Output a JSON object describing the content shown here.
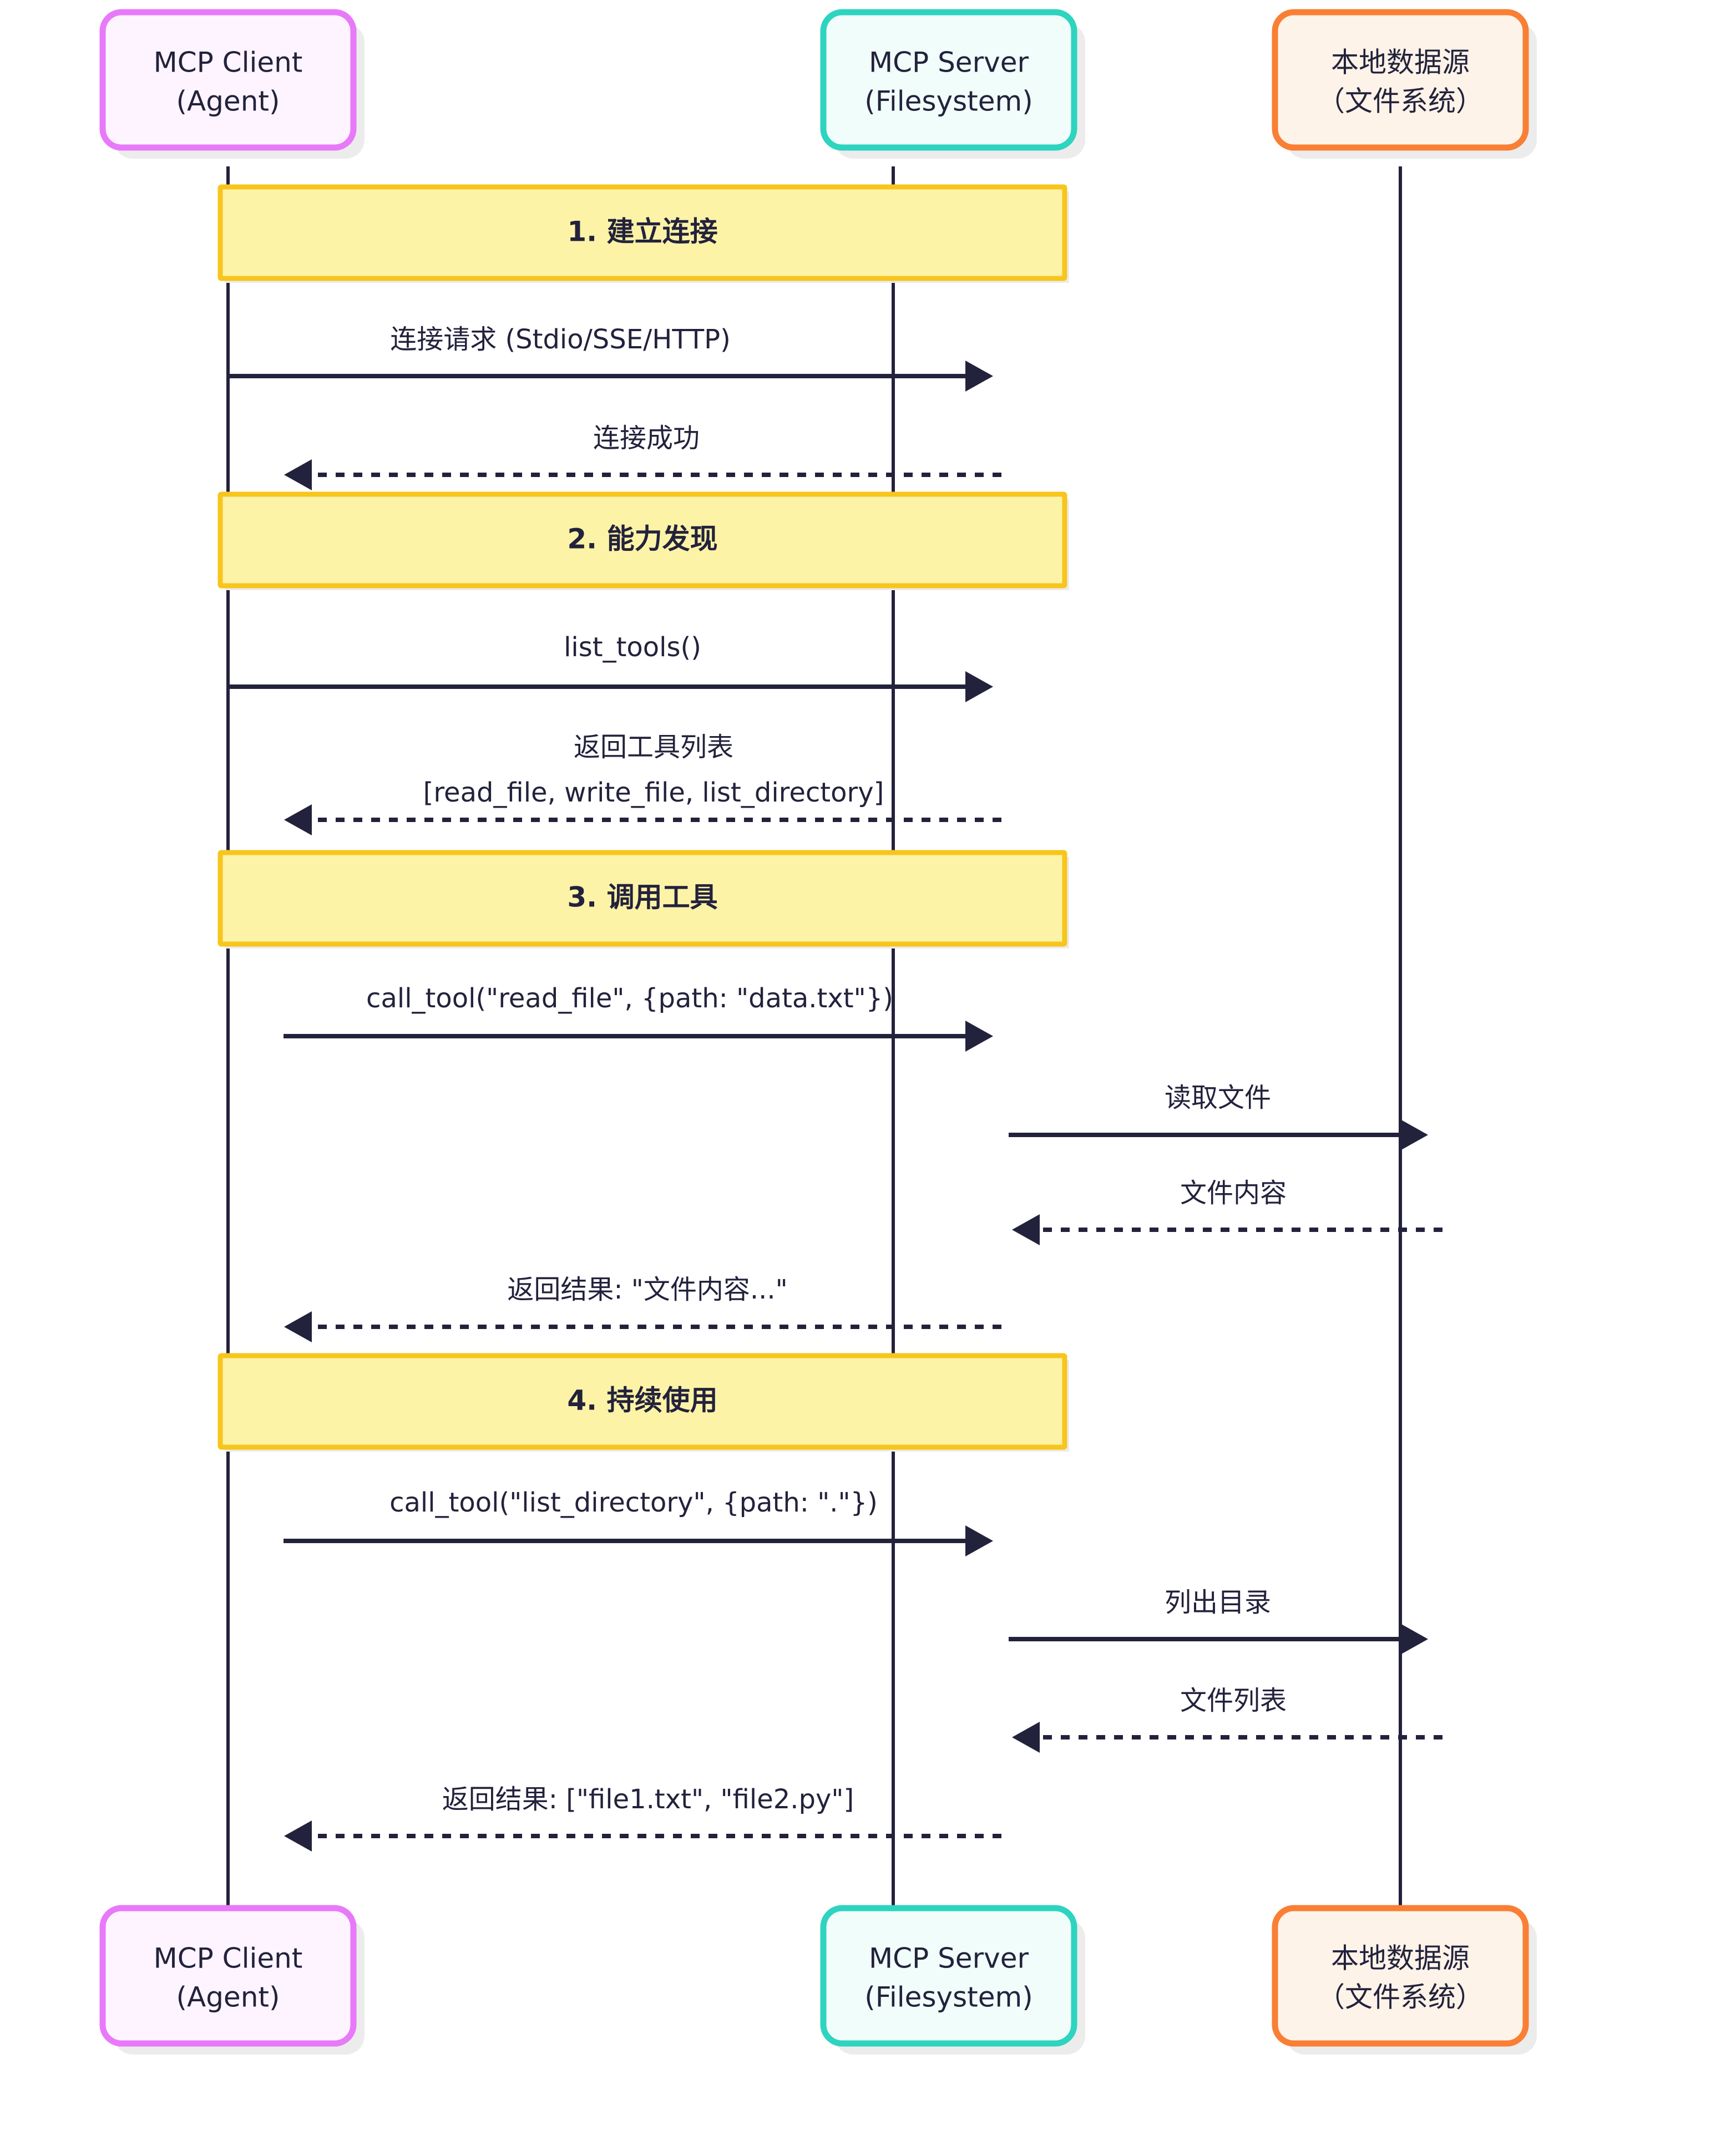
{
  "diagram": {
    "type": "sequence-diagram",
    "title": "MCP Client / Server / Local Data Source interaction",
    "colors": {
      "client_border": "#e879f9",
      "client_fill": "#fdf4ff",
      "server_border": "#2dd4bf",
      "server_fill": "#f0fdfa",
      "datasource_border": "#f97f35",
      "datasource_fill": "#fdf3e8",
      "section_border": "#f7c51c",
      "section_fill": "#fdf3a7",
      "line": "#23223c",
      "shadow": "#ececec",
      "background": "#ffffff"
    },
    "participants": [
      {
        "id": "client",
        "line1": "MCP Client",
        "line2": "(Agent)"
      },
      {
        "id": "server",
        "line1": "MCP Server",
        "line2": "(Filesystem)"
      },
      {
        "id": "datasource",
        "line1": "本地数据源",
        "line2": "（文件系统）"
      }
    ],
    "sections": [
      {
        "index": "1",
        "label": "1. 建立连接"
      },
      {
        "index": "2",
        "label": "2. 能力发现"
      },
      {
        "index": "3",
        "label": "3. 调用工具"
      },
      {
        "index": "4",
        "label": "4. 持续使用"
      }
    ],
    "messages": [
      {
        "id": "m1",
        "from": "client",
        "to": "server",
        "kind": "solid",
        "lines": [
          "连接请求 (Stdio/SSE/HTTP)"
        ]
      },
      {
        "id": "m2",
        "from": "server",
        "to": "client",
        "kind": "dashed",
        "lines": [
          "连接成功"
        ]
      },
      {
        "id": "m3",
        "from": "client",
        "to": "server",
        "kind": "solid",
        "lines": [
          "list_tools()"
        ]
      },
      {
        "id": "m4",
        "from": "server",
        "to": "client",
        "kind": "dashed",
        "lines": [
          "返回工具列表",
          "[read_file, write_file, list_directory]"
        ]
      },
      {
        "id": "m5",
        "from": "client",
        "to": "server",
        "kind": "solid",
        "lines": [
          "call_tool(\"read_file\", {path: \"data.txt\"})"
        ]
      },
      {
        "id": "m6",
        "from": "server",
        "to": "datasource",
        "kind": "solid",
        "lines": [
          "读取文件"
        ]
      },
      {
        "id": "m7",
        "from": "datasource",
        "to": "server",
        "kind": "dashed",
        "lines": [
          "文件内容"
        ]
      },
      {
        "id": "m8",
        "from": "server",
        "to": "client",
        "kind": "dashed",
        "lines": [
          "返回结果: \"文件内容...\""
        ]
      },
      {
        "id": "m9",
        "from": "client",
        "to": "server",
        "kind": "solid",
        "lines": [
          "call_tool(\"list_directory\", {path: \".\"})"
        ]
      },
      {
        "id": "m10",
        "from": "server",
        "to": "datasource",
        "kind": "solid",
        "lines": [
          "列出目录"
        ]
      },
      {
        "id": "m11",
        "from": "datasource",
        "to": "server",
        "kind": "dashed",
        "lines": [
          "文件列表"
        ]
      },
      {
        "id": "m12",
        "from": "server",
        "to": "client",
        "kind": "dashed",
        "lines": [
          "返回结果: [\"file1.txt\", \"file2.py\"]"
        ]
      }
    ]
  }
}
